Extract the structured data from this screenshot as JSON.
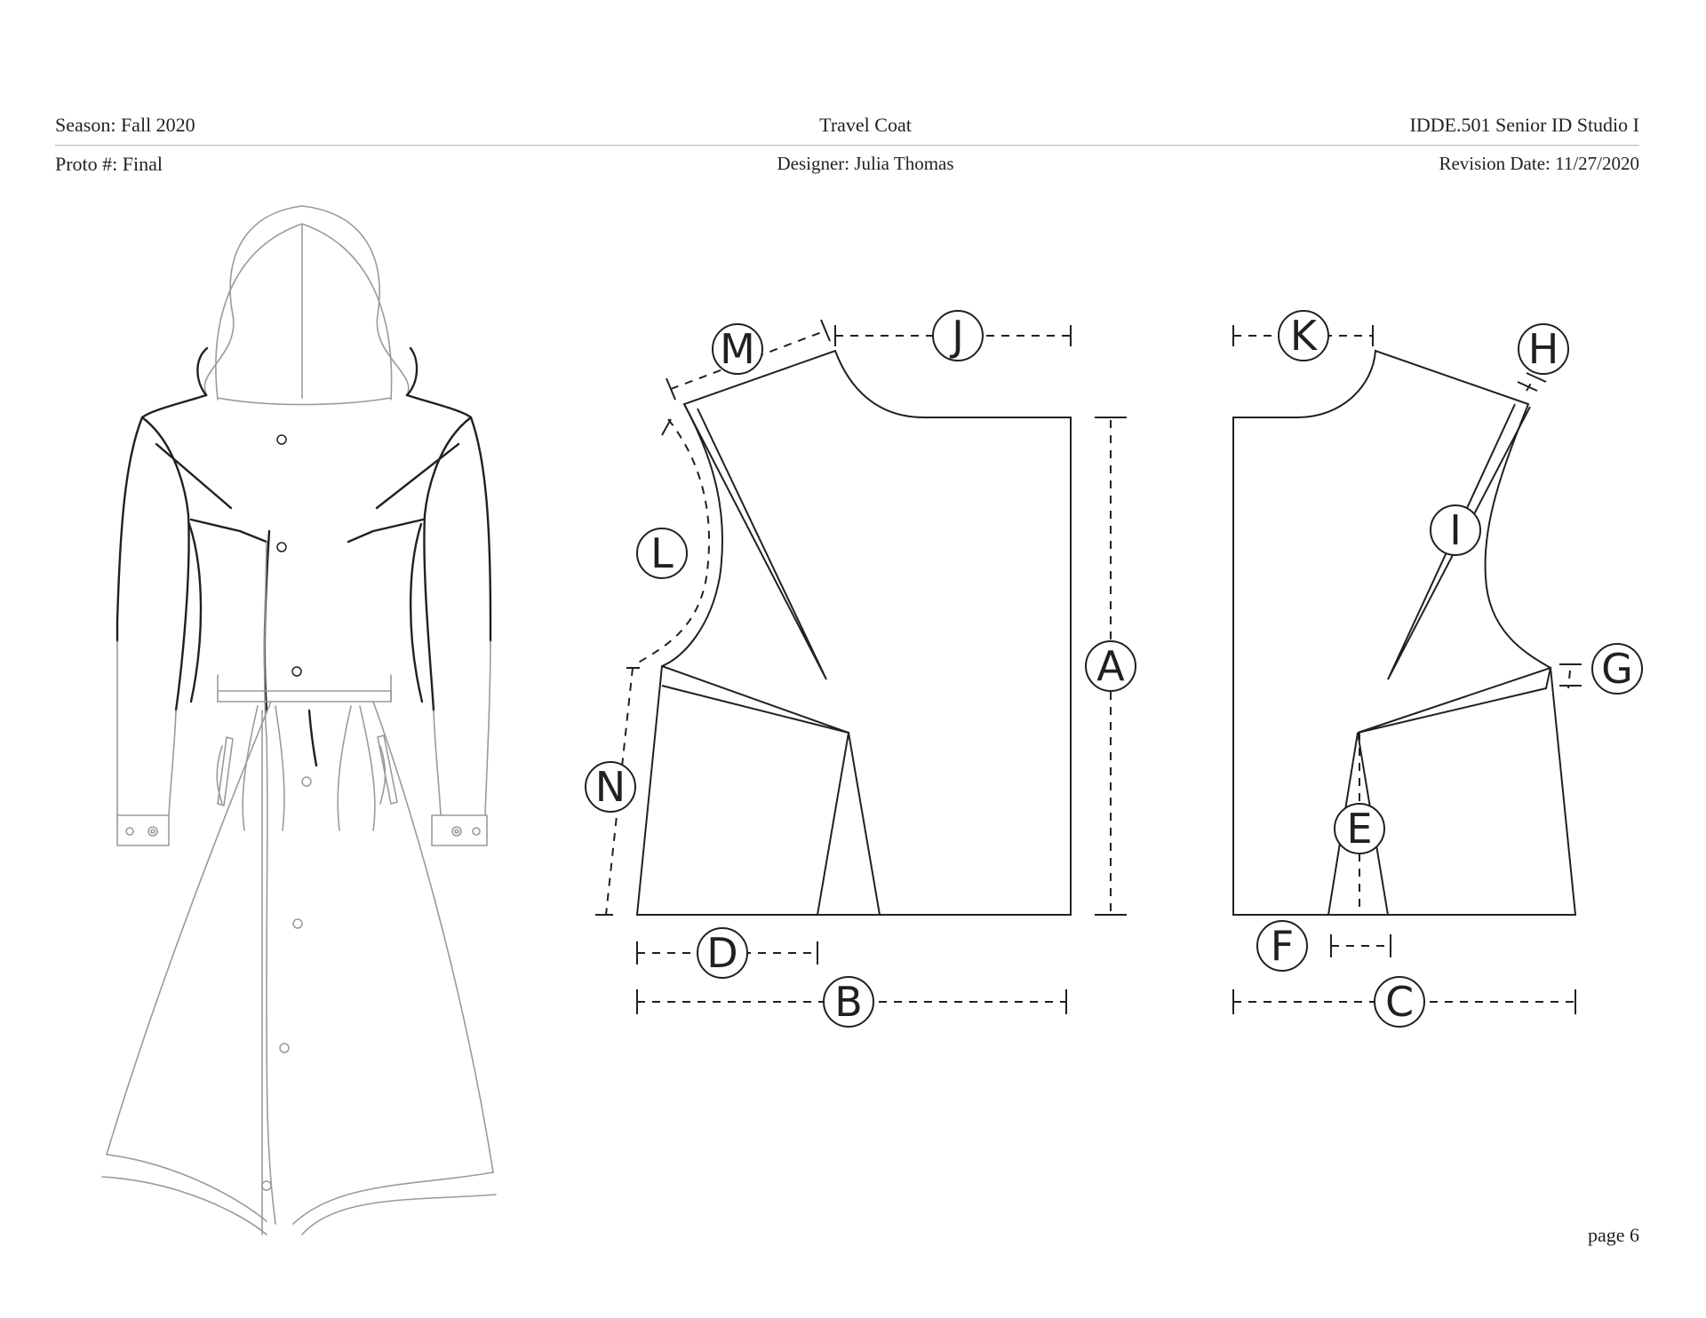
{
  "header": {
    "season": "Season: Fall 2020",
    "title": "Travel Coat",
    "course": "IDDE.501 Senior ID Studio I",
    "proto": "Proto #: Final",
    "designer": "Designer: Julia Thomas",
    "revision": "Revision Date: 11/27/2020"
  },
  "measurement_labels": {
    "A": "A",
    "B": "B",
    "C": "C",
    "D": "D",
    "E": "E",
    "F": "F",
    "G": "G",
    "H": "H",
    "I": "I",
    "J": "J",
    "K": "K",
    "L": "L",
    "M": "M",
    "N": "N"
  },
  "footer": {
    "page": "page 6"
  },
  "colors": {
    "ink": "#231f20",
    "sketch_light": "#9a9a9a",
    "rule": "#b5b5b5"
  }
}
